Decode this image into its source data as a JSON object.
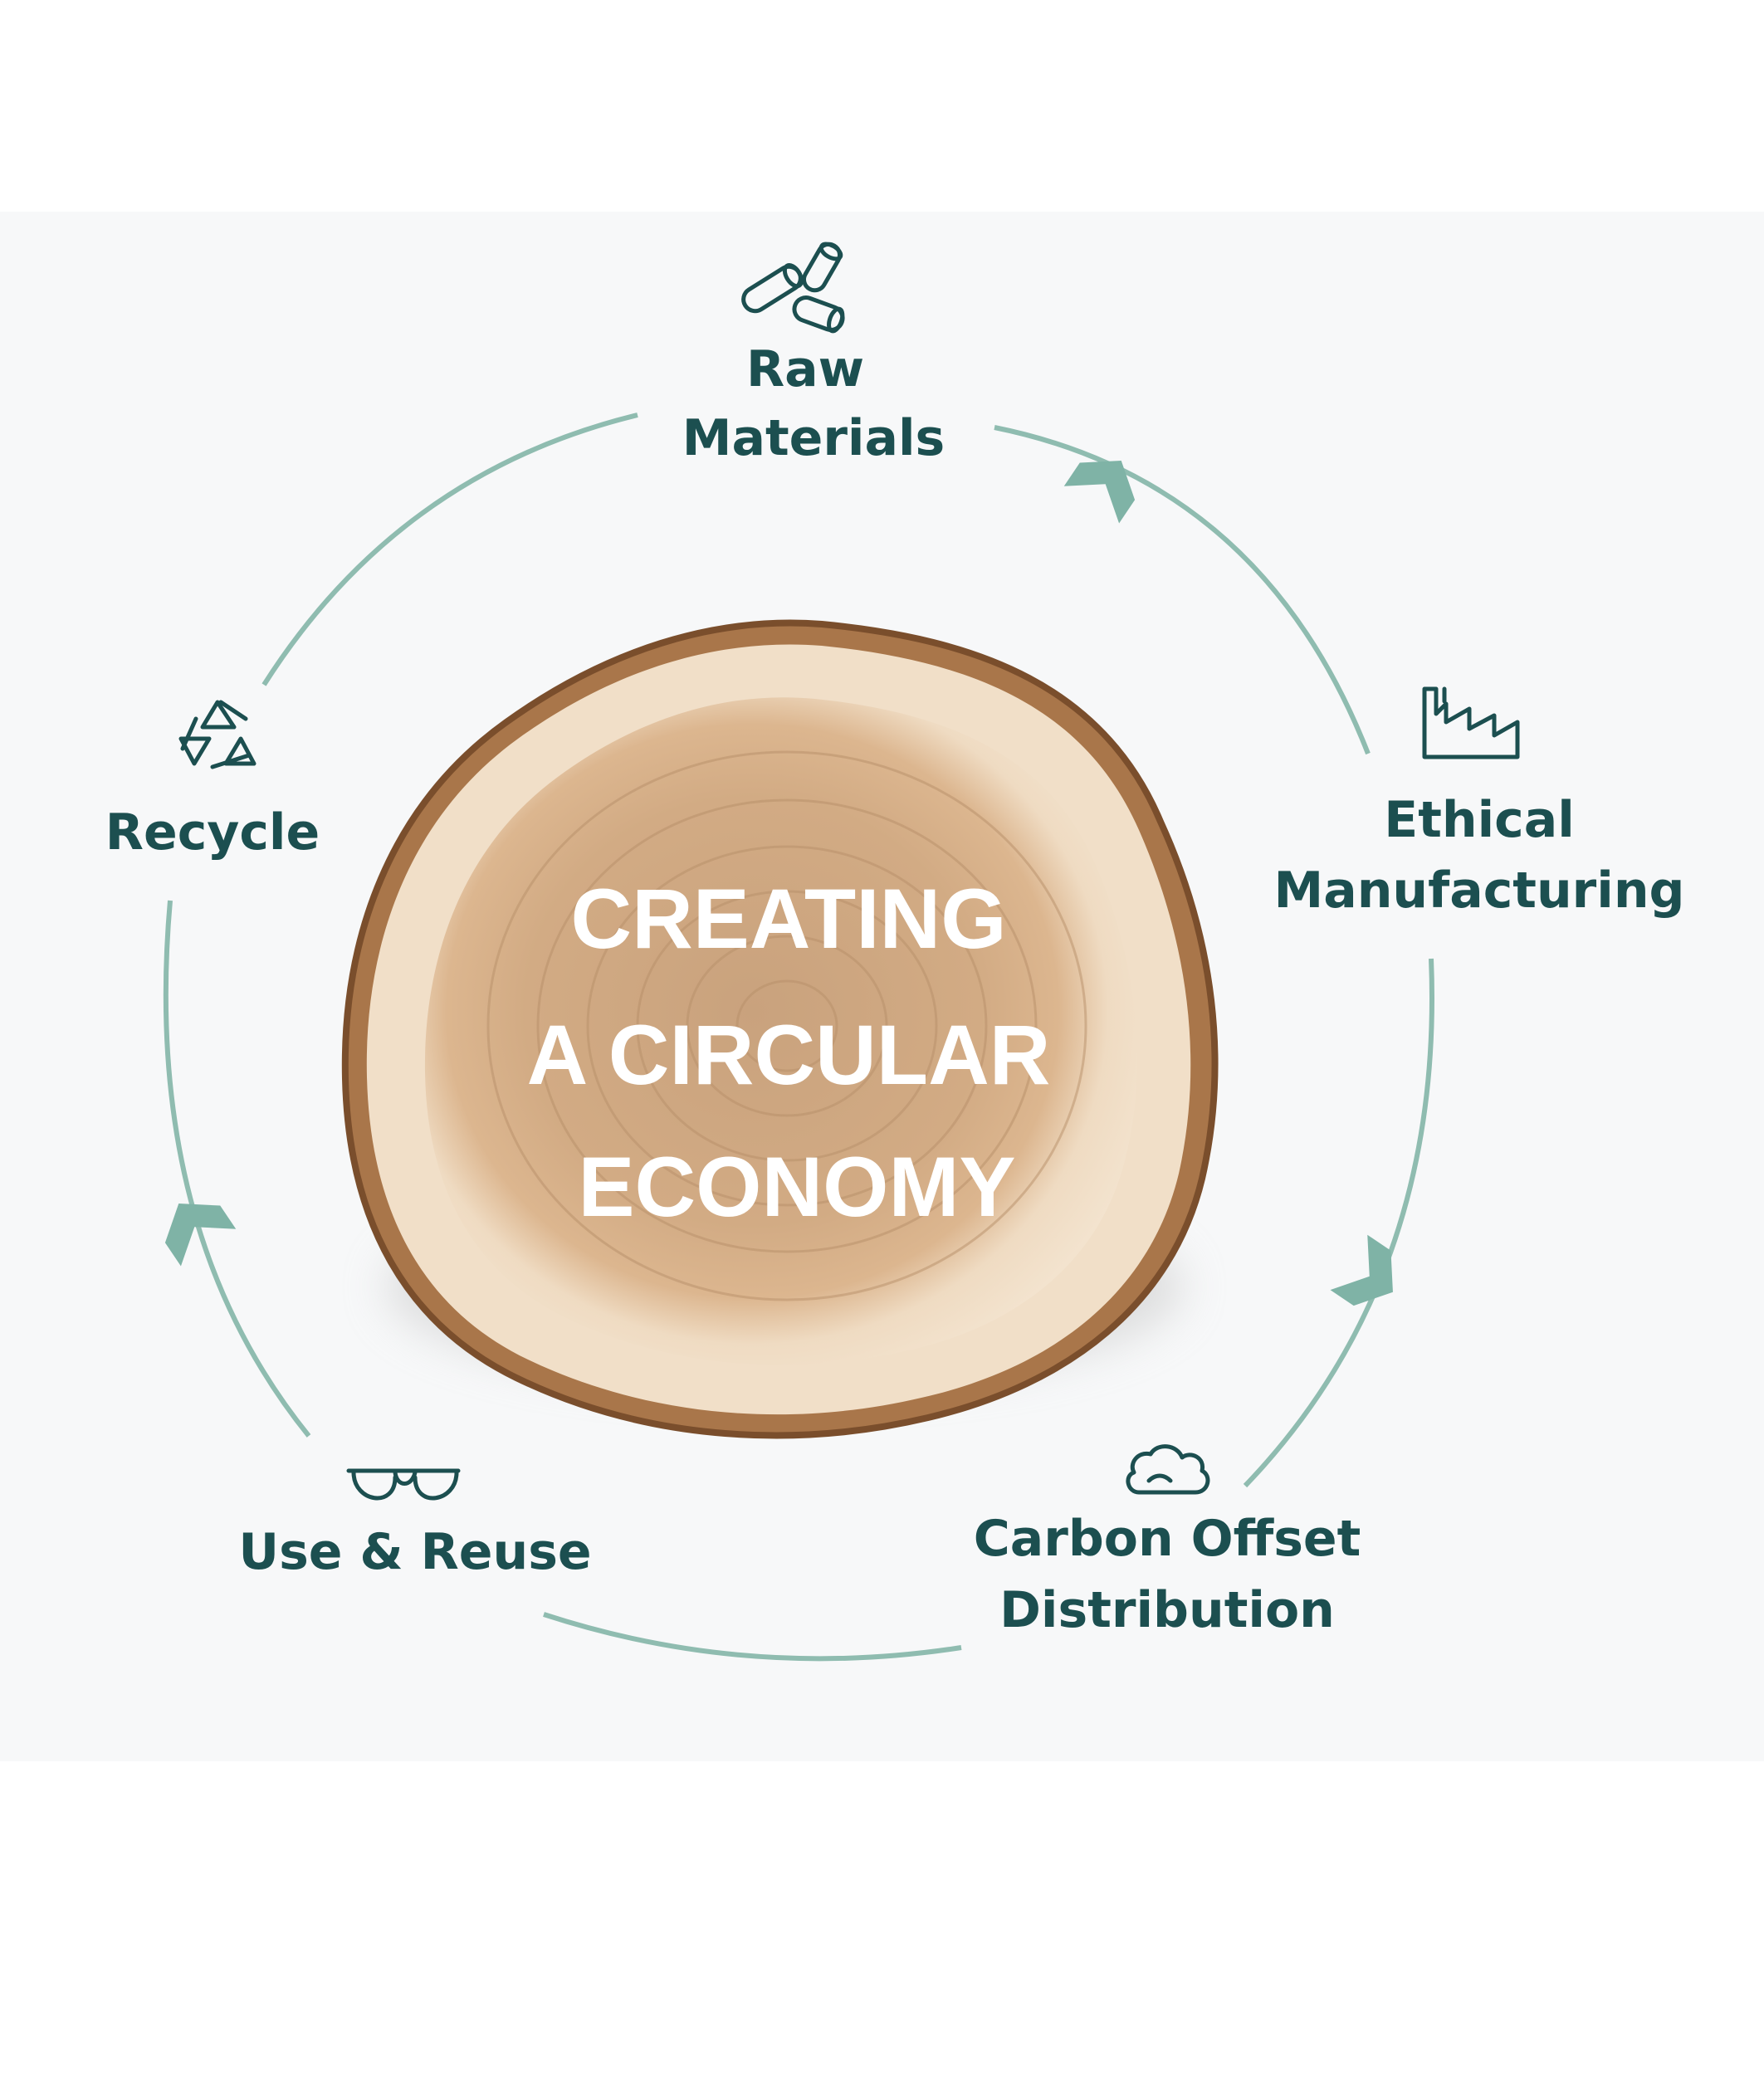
{
  "center_text": [
    "CREATING",
    "A CIRCULAR",
    "ECONOMY"
  ],
  "stages": [
    {
      "lines": [
        "Raw",
        "Materials"
      ],
      "icon": "raw-materials-icon"
    },
    {
      "lines": [
        "Ethical",
        "Manufacturing"
      ],
      "icon": "factory-icon"
    },
    {
      "lines": [
        "Carbon Offset",
        "Distribution"
      ],
      "icon": "cloud-icon"
    },
    {
      "lines": [
        "Use & Reuse"
      ],
      "icon": "glasses-icon"
    },
    {
      "lines": [
        "Recycle"
      ],
      "icon": "recycle-icon"
    }
  ],
  "colors": {
    "text": "#1c4f50",
    "ring": "#8fbcb0",
    "arrow": "#7fb3a6",
    "background": "#f7f8f9"
  }
}
